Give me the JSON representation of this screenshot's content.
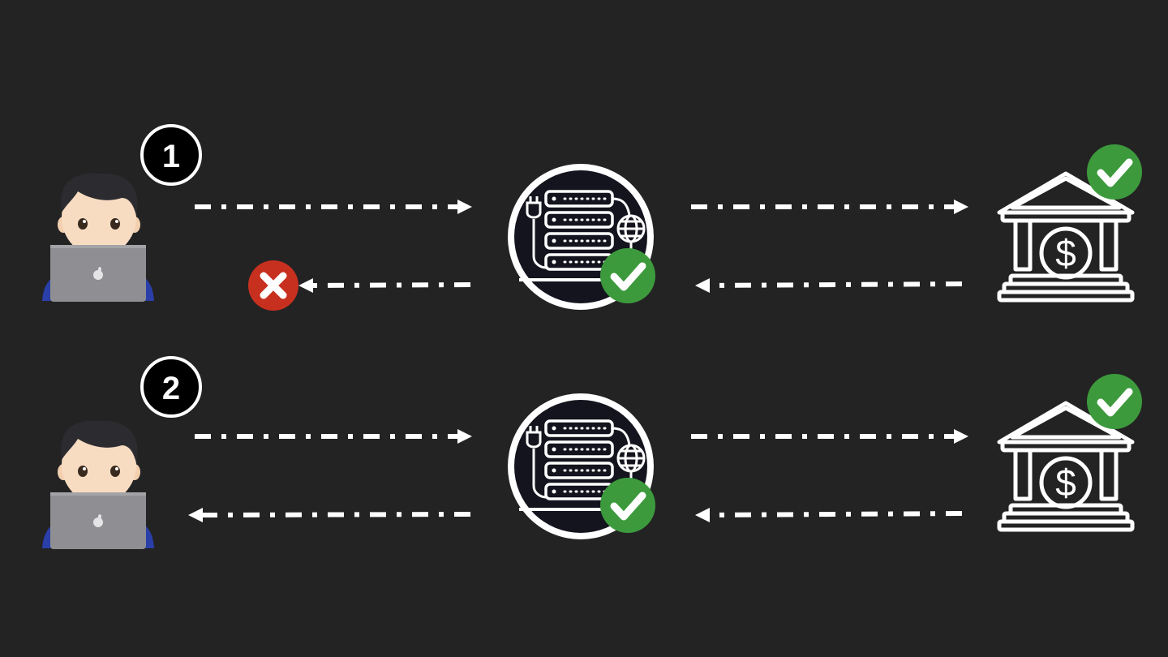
{
  "colors": {
    "background": "#232323",
    "line": "#ffffff",
    "success": "#3c9a3d",
    "failure": "#c7301f",
    "server_fill": "#14141e",
    "laptop": "#8e8e93",
    "shirt": "#2a3fa8"
  },
  "flows": [
    {
      "step_label": "1",
      "client_status": "failure",
      "server_status": "success",
      "bank_status": "success",
      "client_icon": "person-with-laptop-icon",
      "server_icon": "server-rack-icon",
      "bank_icon": "bank-dollar-icon"
    },
    {
      "step_label": "2",
      "client_status": "success",
      "server_status": "success",
      "bank_status": "success",
      "client_icon": "person-with-laptop-icon",
      "server_icon": "server-rack-icon",
      "bank_icon": "bank-dollar-icon"
    }
  ]
}
